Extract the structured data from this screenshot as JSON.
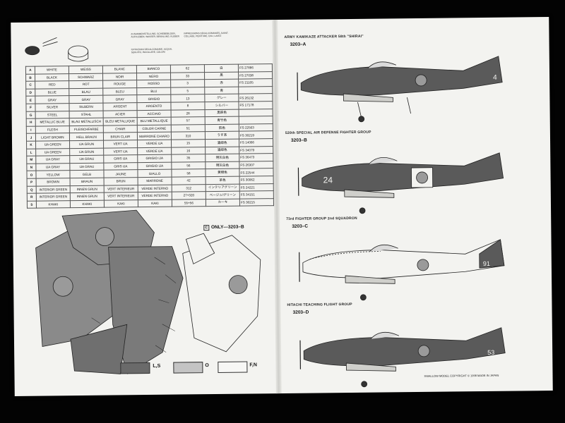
{
  "instructions": [
    {
      "text": "ZUSAMMENSTELLUNG, SCHIEBEBILDER, AUFKLEBEN, WASSER, BEMALUNG, KLEBER"
    },
    {
      "text": "IMPRESSIONS DECALCOMANIES, AVANT, COLLAGE, PEINTURE, EAU, LAVEZ"
    },
    {
      "text": "ISTRUZIONI DECALCOMANIE, ACQUA, SEGUITO, INCOLLARE, COLORI"
    }
  ],
  "paint_table": [
    {
      "letter": "A",
      "en": "WHITE",
      "de": "WEISS",
      "fr": "BLANC",
      "it": "BIANCO",
      "no": "62",
      "jp": "白",
      "fs": "FS 27886"
    },
    {
      "letter": "B",
      "en": "BLACK",
      "de": "SCHWARZ",
      "fr": "NOIR",
      "it": "NERO",
      "no": "33",
      "jp": "黒",
      "fs": "FS 27038"
    },
    {
      "letter": "C",
      "en": "RED",
      "de": "ROT",
      "fr": "ROUGE",
      "it": "ROSSO",
      "no": "3",
      "jp": "赤",
      "fs": "FS 21105"
    },
    {
      "letter": "D",
      "en": "BLUE",
      "de": "BLAU",
      "fr": "BLEU",
      "it": "BLU",
      "no": "5",
      "jp": "青",
      "fs": ""
    },
    {
      "letter": "E",
      "en": "GRAY",
      "de": "GRAY",
      "fr": "GRAY",
      "it": "GRIGIO",
      "no": "13",
      "jp": "グレー",
      "fs": "FS 26132"
    },
    {
      "letter": "F",
      "en": "SILVER",
      "de": "SILBERN",
      "fr": "ARGENT",
      "it": "ARGENTO",
      "no": "8",
      "jp": "シルバー",
      "fs": "FS 17178"
    },
    {
      "letter": "G",
      "en": "STEEL",
      "de": "STAHL",
      "fr": "ACIER",
      "it": "ACCIAIO",
      "no": "28",
      "jp": "黒鉄色",
      "fs": ""
    },
    {
      "letter": "H",
      "en": "METALLIC BLUE",
      "de": "BLAU METALLISCH",
      "fr": "BLEU METALLIQUE",
      "it": "BLU METALLIQUE",
      "no": "57",
      "jp": "青竹色",
      "fs": ""
    },
    {
      "letter": "I",
      "en": "FLESH",
      "de": "FLEISCHFARBE",
      "fr": "CHAIR",
      "it": "COLOR CARNE",
      "no": "51",
      "jp": "肌色",
      "fs": "FS 22563"
    },
    {
      "letter": "J",
      "en": "LIGHT BROWN",
      "de": "HELL BRAUN",
      "fr": "BRUN CLAIR",
      "it": "MARRONE CHIARO",
      "no": "310",
      "jp": "うす茶",
      "fs": "FS 30219"
    },
    {
      "letter": "K",
      "en": "IJA GREEN",
      "de": "IJA GRUN",
      "fr": "VERT IJA",
      "it": "VERDE IJA",
      "no": "15",
      "jp": "濃緑色",
      "fs": "FS 14066"
    },
    {
      "letter": "L",
      "en": "IJA GREEN",
      "de": "IJA GRUN",
      "fr": "VERT IJA",
      "it": "VERDE IJA",
      "no": "16",
      "jp": "濃緑色",
      "fs": "FS 34079"
    },
    {
      "letter": "M",
      "en": "IJA GRAY",
      "de": "IJA GRAU",
      "fr": "GRIS IJA",
      "it": "GRIGIO IJA",
      "no": "35",
      "jp": "明灰白色",
      "fs": "FS 36473"
    },
    {
      "letter": "N",
      "en": "IJA GRAY",
      "de": "IJA GRAU",
      "fr": "GRIS IJA",
      "it": "GRIGIO IJA",
      "no": "56",
      "jp": "明灰白色",
      "fs": "FS 26307"
    },
    {
      "letter": "O",
      "en": "YELLOW",
      "de": "GELB",
      "fr": "JAUNE",
      "it": "GIALLO",
      "no": "58",
      "jp": "黄橙色",
      "fs": "FS 22544"
    },
    {
      "letter": "P",
      "en": "BROWN",
      "de": "BRAUN",
      "fr": "BRUN",
      "it": "MARRONE",
      "no": "42",
      "jp": "茶色",
      "fs": "FS 30062"
    },
    {
      "letter": "Q",
      "en": "INTERIOR GREEN",
      "de": "INNEN GRUN",
      "fr": "VERT INTERIEUR",
      "it": "VERDE INTERNO",
      "no": "312",
      "jp": "インテリアグリーン",
      "fs": "FS 24221"
    },
    {
      "letter": "R",
      "en": "INTERIOR GREEN",
      "de": "INNEN GRUN",
      "fr": "VERT INTERIEUR",
      "it": "VERDE INTERNO",
      "no": "27+320",
      "jp": "ベージュ/グリーン",
      "fs": "FS 34151"
    },
    {
      "letter": "S",
      "en": "KHAKI",
      "de": "KHAKI",
      "fr": "KAKI",
      "it": "KAKI",
      "no": "55+56",
      "jp": "カーキ",
      "fs": "FS 30215"
    }
  ],
  "profiles": [
    {
      "title": "ARMY KAMIKAZE ATTACKER 58th \"SHIRAI\"",
      "code": "3203–A",
      "tail": "4"
    },
    {
      "title": "520th SPECIAL AIR DEFENSE FIGHTER GROUP",
      "code": "3203–B",
      "tail": "24"
    },
    {
      "title": "73rd FIGHTER GROUP 2nd SQUADRON",
      "code": "3203–C",
      "tail": "91"
    },
    {
      "title": "HITACHI TEACHING FLIGHT GROUP",
      "code": "3203–D",
      "tail": "53"
    }
  ],
  "only_label": "ONLY—3203–B",
  "only_letter": "C",
  "legend": [
    {
      "label": "L,S",
      "color": "#6a6a6a"
    },
    {
      "label": "O",
      "color": "#c4c4c4"
    },
    {
      "label": "F,N",
      "color": "#f7f7f5"
    }
  ],
  "copyright": "SWALLOW MODEL COPYRIGHT © 1998 MADE IN JAPAN"
}
